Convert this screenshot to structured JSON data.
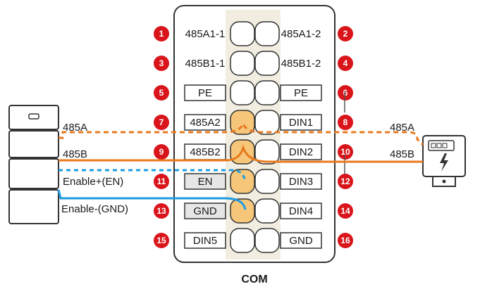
{
  "title": "COM",
  "terminals": [
    {
      "num": "1",
      "label": "485A1-1",
      "side": "left",
      "row": 0
    },
    {
      "num": "2",
      "label": "485A1-2",
      "side": "right",
      "row": 0
    },
    {
      "num": "3",
      "label": "485B1-1",
      "side": "left",
      "row": 1
    },
    {
      "num": "4",
      "label": "485B1-2",
      "side": "right",
      "row": 1
    },
    {
      "num": "5",
      "label": "PE",
      "side": "left",
      "row": 2
    },
    {
      "num": "6",
      "label": "PE",
      "side": "right",
      "row": 2
    },
    {
      "num": "7",
      "label": "485A2",
      "side": "left",
      "row": 3
    },
    {
      "num": "8",
      "label": "DIN1",
      "side": "right",
      "row": 3
    },
    {
      "num": "9",
      "label": "485B2",
      "side": "left",
      "row": 4
    },
    {
      "num": "10",
      "label": "DIN2",
      "side": "right",
      "row": 4
    },
    {
      "num": "11",
      "label": "EN",
      "side": "left",
      "row": 5
    },
    {
      "num": "12",
      "label": "DIN3",
      "side": "right",
      "row": 5
    },
    {
      "num": "13",
      "label": "GND",
      "side": "left",
      "row": 6
    },
    {
      "num": "14",
      "label": "DIN4",
      "side": "right",
      "row": 6
    },
    {
      "num": "15",
      "label": "DIN5",
      "side": "left",
      "row": 7
    },
    {
      "num": "16",
      "label": "GND",
      "side": "right",
      "row": 7
    }
  ],
  "wires": {
    "a_left": "485A",
    "b_left": "485B",
    "en_left": "Enable+(EN)",
    "gnd_left": "Enable-(GND)",
    "a_right": "485A",
    "b_right": "485B"
  },
  "colors": {
    "badge": "#d9151b",
    "orange": "#e8791d",
    "blue": "#1e9ae0",
    "terminal_fill": "#f6c77b"
  },
  "icons": {
    "battery": "battery-stack-icon",
    "meter": "power-meter-icon"
  }
}
